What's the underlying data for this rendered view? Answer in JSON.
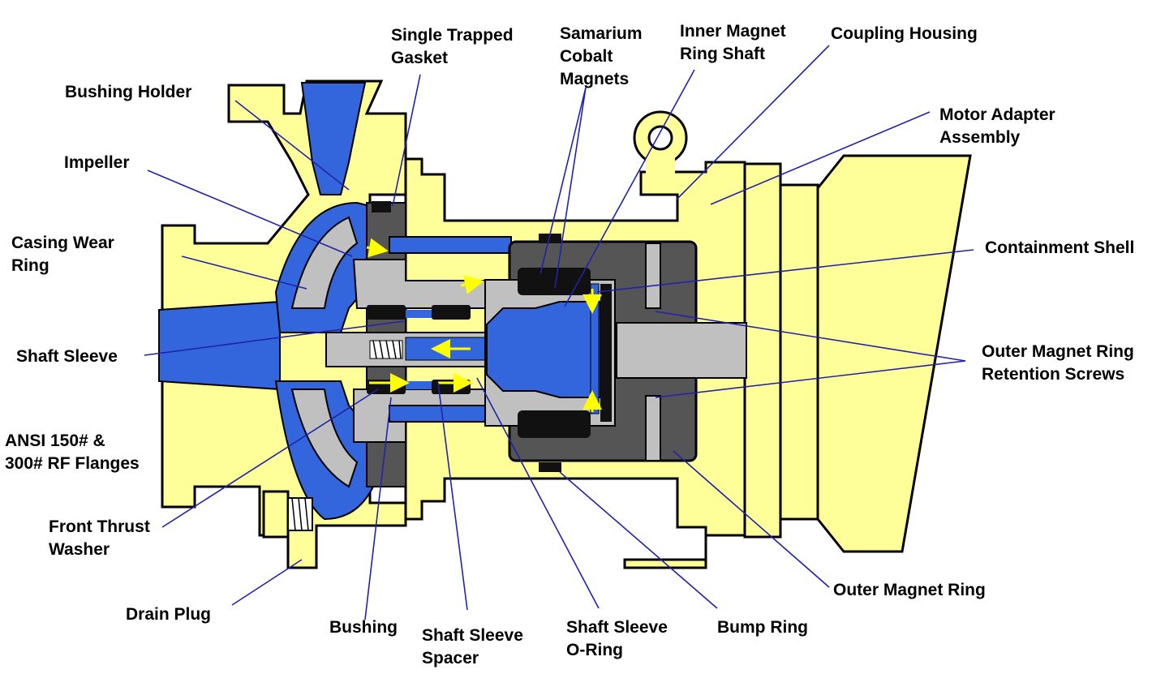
{
  "diagram": {
    "colors": {
      "housing": "#ffff99",
      "fluid": "#3366dd",
      "steel": "#c0c0c0",
      "dark": "#555555",
      "magnet": "#111111",
      "leader": "#2222aa",
      "arrow": "#ffff00"
    },
    "labels": {
      "bushing_holder": "Bushing Holder",
      "single_trapped_gasket": [
        "Single Trapped",
        "Gasket"
      ],
      "samarium_cobalt_magnets": [
        "Samarium",
        "Cobalt",
        "Magnets"
      ],
      "inner_magnet_ring_shaft": [
        "Inner Magnet",
        "Ring Shaft"
      ],
      "coupling_housing": "Coupling Housing",
      "motor_adapter_assembly": [
        "Motor Adapter",
        "Assembly"
      ],
      "impeller": "Impeller",
      "casing_wear_ring": [
        "Casing Wear",
        "Ring"
      ],
      "containment_shell": "Containment Shell",
      "shaft_sleeve": "Shaft Sleeve",
      "outer_magnet_ring_retention_screws": [
        "Outer Magnet Ring",
        "Retention Screws"
      ],
      "ansi_flanges": [
        "ANSI 150# &",
        "300# RF Flanges"
      ],
      "front_thrust_washer": [
        "Front Thrust",
        "Washer"
      ],
      "drain_plug": "Drain Plug",
      "bushing": "Bushing",
      "shaft_sleeve_spacer": [
        "Shaft Sleeve",
        "Spacer"
      ],
      "shaft_sleeve_o_ring": [
        "Shaft Sleeve",
        "O-Ring"
      ],
      "bump_ring": "Bump Ring",
      "outer_magnet_ring": "Outer Magnet Ring"
    }
  }
}
